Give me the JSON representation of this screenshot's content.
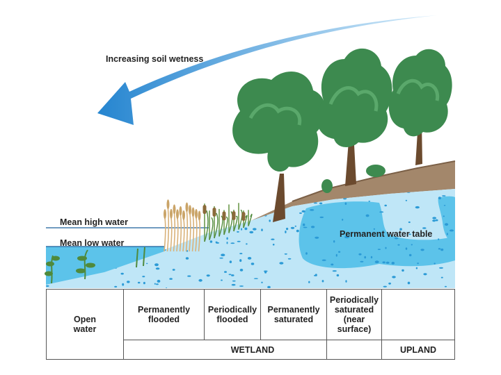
{
  "arrow_label": "Increasing soil wetness",
  "water_levels": {
    "high": "Mean high water",
    "low": "Mean low water"
  },
  "water_table_label": "Permanent water table",
  "zones": [
    {
      "label": "Open\nwater"
    },
    {
      "label": "Permanently\nflooded"
    },
    {
      "label": "Periodically\nflooded"
    },
    {
      "label": "Permanently\nsaturated"
    },
    {
      "label": "Periodically\nsaturated\n(near\nsurface)"
    },
    {
      "label": ""
    }
  ],
  "groups": {
    "wetland": "WETLAND",
    "upland": "UPLAND"
  },
  "colors": {
    "arrow": "#2e8fd6",
    "groundwater": "#bfe6f7",
    "water_table": "#5cc3ea",
    "soil": "#a3876b",
    "tree_foliage": "#3d8a4f",
    "trunk": "#6b4a2e",
    "reeds": "#d9b27a",
    "cattails": "#6c9a4c"
  }
}
